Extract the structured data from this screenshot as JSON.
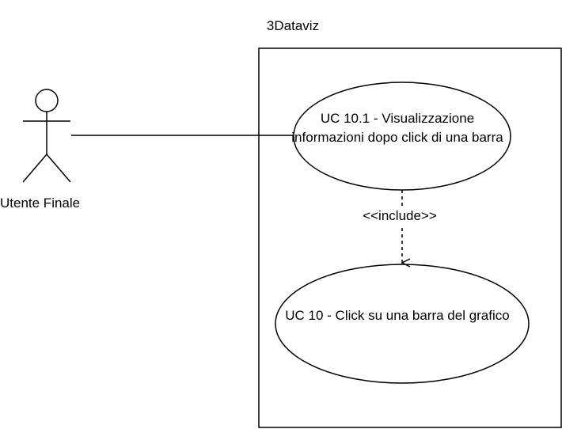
{
  "system": {
    "title": "3Dataviz"
  },
  "actor": {
    "name": "Utente Finale"
  },
  "use_cases": [
    {
      "label": "UC 10.1 - Visualizzazione informazioni dopo click di una barra"
    },
    {
      "label": "UC 10 - Click su una barra del grafico"
    }
  ],
  "relations": {
    "include_label": "<<include>>"
  }
}
